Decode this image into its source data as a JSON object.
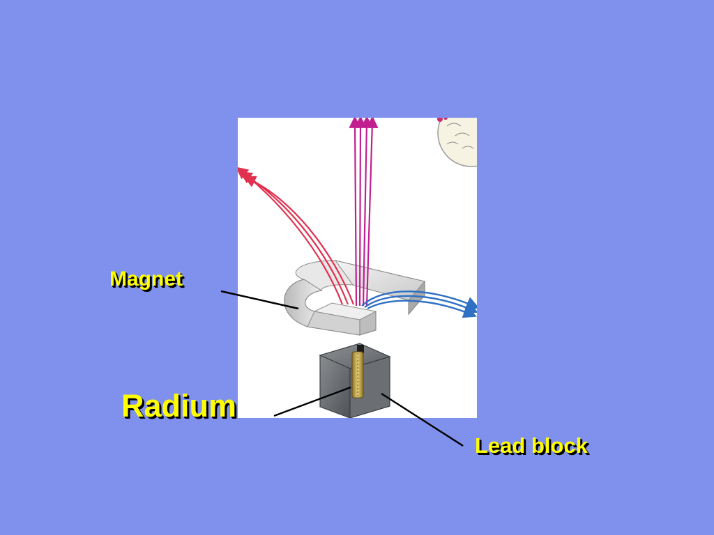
{
  "labels": {
    "magnet": "Magnet",
    "radium": "Radium",
    "lead_block": "Lead block"
  },
  "colors": {
    "background": "#7f91ec",
    "label_text": "#ffff00",
    "label_shadow": "#000000",
    "alpha_rays": "#e0314f",
    "gamma_rays": "#c0208f",
    "beta_rays": "#2f6fc4"
  }
}
